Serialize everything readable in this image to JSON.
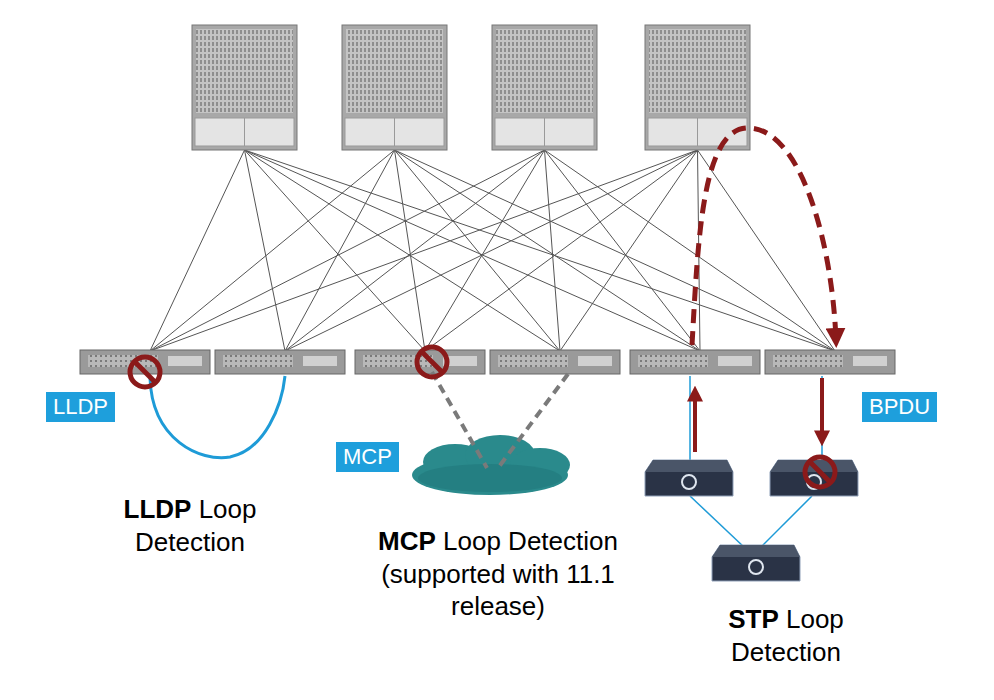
{
  "diagram": {
    "nodes": [
      {
        "text": [
          "LLDP"
        ]
      },
      {
        "text": [
          "MCP"
        ]
      },
      {
        "text": [
          "BPDU"
        ]
      }
    ],
    "edges": [],
    "labels": [
      "LLDP Loop Detection",
      "MCP Loop Detection (supported with 11.1 release)",
      "STP Loop Detection"
    ]
  }
}
